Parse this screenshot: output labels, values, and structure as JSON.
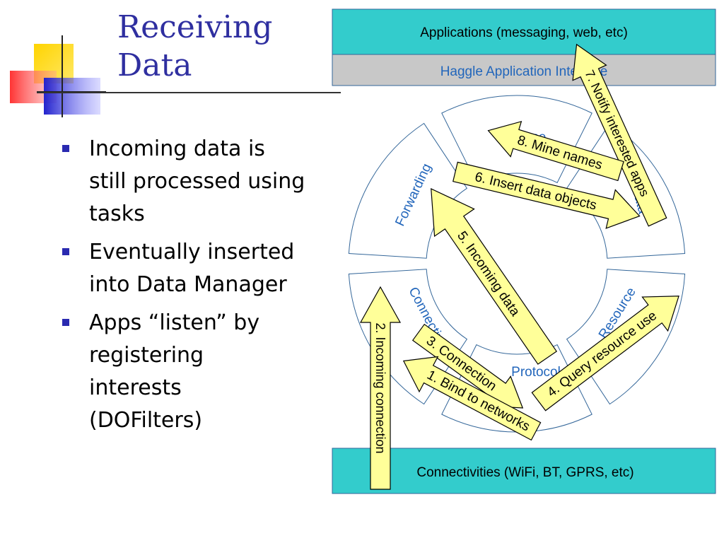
{
  "slide": {
    "title_line1": "Receiving",
    "title_line2": "Data",
    "bullets": [
      {
        "lines": [
          "Incoming data is",
          "still processed using",
          "tasks"
        ]
      },
      {
        "lines": [
          "Eventually inserted",
          "into Data Manager"
        ]
      },
      {
        "lines": [
          "Apps “listen” by",
          "registering",
          "interests",
          "(DOFilters)"
        ]
      }
    ]
  },
  "diagram": {
    "applications_box": "Applications (messaging, web, etc)",
    "interface_box": "Haggle Application Interface",
    "connectivities_box": "Connectivities (WiFi, BT, GPRS, etc)",
    "sectors": {
      "name": "Name",
      "data": "Data",
      "forwarding": "Forwarding",
      "connectivity": "Connectivity",
      "protocol": "Protocol",
      "resource": "Resource"
    },
    "arrows": {
      "bind": "1. Bind to networks",
      "incoming_connection": "2. Incoming connection",
      "connection": "3. Connection",
      "query_resource": "4. Query resource use",
      "incoming_data": "5. Incoming data",
      "insert_data": "6. Insert data objects",
      "notify_apps": "7. Notify interested apps",
      "mine_names": "8. Mine names"
    },
    "colors": {
      "teal": "#33cccc",
      "gray": "#c8c8c8",
      "arrow_fill": "#ffff99",
      "sector_text": "#2266bb",
      "title": "#2f2fa0"
    }
  }
}
